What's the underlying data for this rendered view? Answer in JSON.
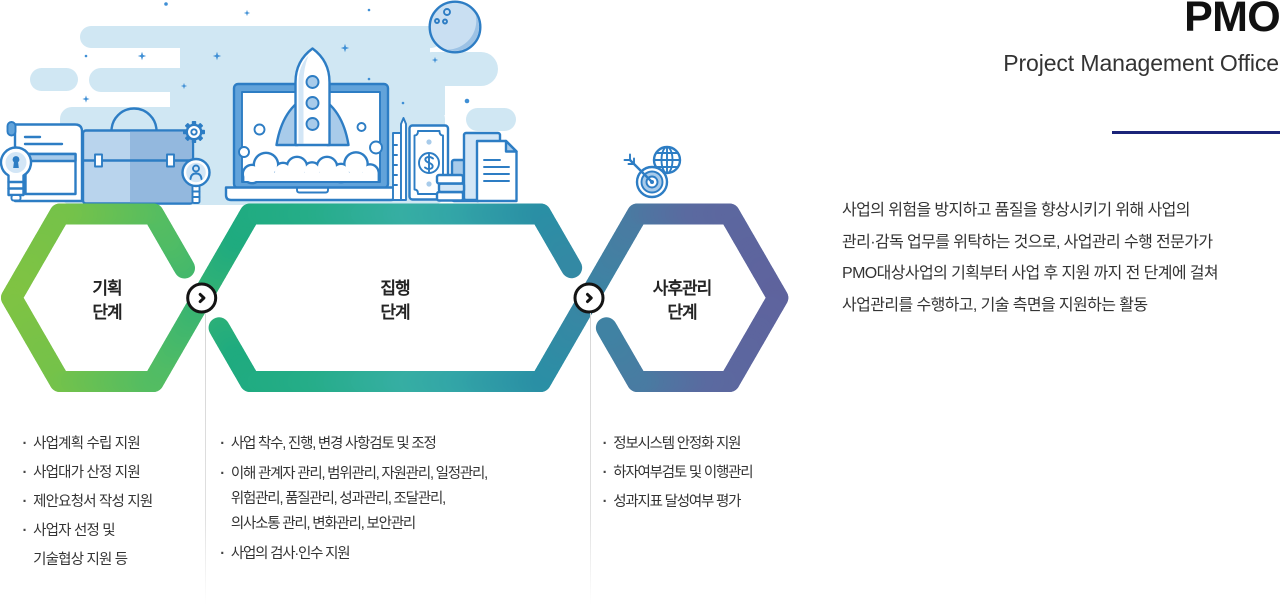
{
  "header": {
    "title": "PMO",
    "subtitle": "Project Management Office"
  },
  "description": {
    "lines": [
      "사업의 위험을 방지하고 품질을 향상시키기 위해 사업의",
      "관리·감독 업무를 위탁하는 것으로, 사업관리 수행 전문가가",
      "PMO대상사업의 기획부터 사업 후 지원 까지 전 단계에 걸쳐",
      "사업관리를 수행하고, 기술 측면을 지원하는 활동"
    ]
  },
  "bullet": "·",
  "stages": [
    {
      "title_lines": [
        "기획",
        "단계"
      ],
      "items": [
        {
          "lines": [
            "사업계획 수립 지원"
          ]
        },
        {
          "lines": [
            "사업대가 산정 지원"
          ]
        },
        {
          "lines": [
            "제안요청서 작성 지원"
          ]
        },
        {
          "lines": [
            "사업자 선정 및",
            "기술협상 지원 등"
          ]
        }
      ]
    },
    {
      "title_lines": [
        "집행",
        "단계"
      ],
      "items": [
        {
          "lines": [
            "사업 착수, 진행, 변경 사항검토 및 조정"
          ]
        },
        {
          "lines": [
            "이해 관계자 관리, 범위관리, 자원관리, 일정관리,",
            "위험관리, 품질관리, 성과관리, 조달관리,",
            "의사소통 관리, 변화관리, 보안관리"
          ]
        },
        {
          "lines": [
            "사업의 검사·인수 지원"
          ]
        }
      ]
    },
    {
      "title_lines": [
        "사후관리",
        "단계"
      ],
      "items": [
        {
          "lines": [
            "정보시스템 안정화 지원"
          ]
        },
        {
          "lines": [
            "하자여부검토 및 이행관리"
          ]
        },
        {
          "lines": [
            "성과지표 달성여부 평가"
          ]
        }
      ]
    }
  ],
  "flow": {
    "connector_icon": "chevron-right",
    "gradient_colors": [
      "#82c341",
      "#74c24a",
      "#50bc65",
      "#1fab7f",
      "#25ad88",
      "#36aea3",
      "#33a6a7",
      "#2a8fa5",
      "#467ea2",
      "#5a6aa0",
      "#5f629d"
    ]
  },
  "illustration": {
    "planning_icons": [
      "light-bulb",
      "document-scroll",
      "browser-window",
      "briefcase",
      "gear",
      "user-search"
    ],
    "execution_icons": [
      "laptop",
      "rocket",
      "smoke-cloud",
      "moon",
      "ruler",
      "money-bill",
      "coin-stack",
      "documents"
    ],
    "post_management_icons": [
      "target",
      "arrow",
      "globe"
    ],
    "decorations": [
      "cloud-background",
      "sparkle",
      "star-dot",
      "bubble"
    ]
  },
  "colors": {
    "title_text": "#111111",
    "body_text": "#333333",
    "accent_rule": "#1b2479",
    "connector_stroke": "#141414",
    "divider": "#dcdcdc",
    "icon_outline": "#2d7dc4",
    "icon_fill_mid": "#62a3da",
    "icon_fill_light": "#a8cbea",
    "icon_fill_pale": "#d3e6f6",
    "cloud_background": "#d0e7f3",
    "sparkle": "#3f8fd5",
    "stage_planning": "#7dc242",
    "stage_execution": "#25ad88",
    "stage_post_management": "#5b67a0"
  }
}
